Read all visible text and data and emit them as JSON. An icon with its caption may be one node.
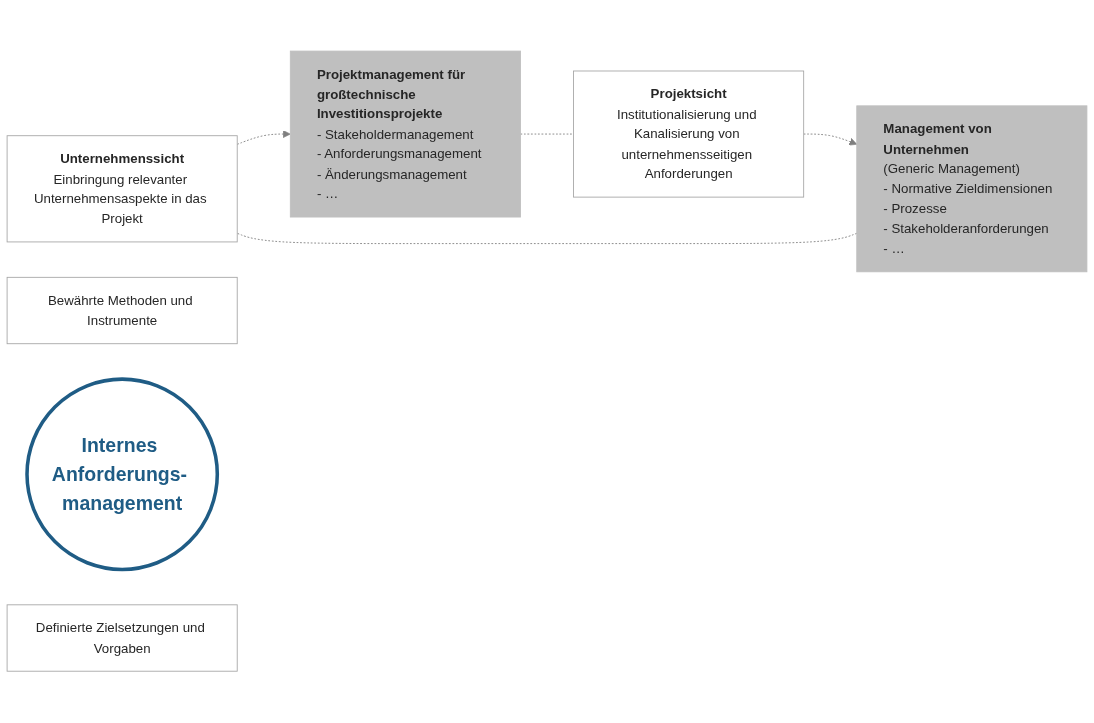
{
  "diagram": {
    "nodes": [
      {
        "text": [
          "Unternehmenssicht",
          "Einbringung relevanter Unternehmensaspekte in das Projekt"
        ]
      },
      {
        "text": [
          "Projektmanagement für großtechnische Investitionsprojekte",
          "- Stakeholdermanagement",
          "- Anforderungsmanagement",
          "- Änderungsmanagement",
          "- …"
        ]
      },
      {
        "text": [
          "Bewährte Methoden und Instrumente"
        ]
      },
      {
        "text": [
          "Internes Anforderungs- management"
        ]
      },
      {
        "text": [
          "Management von Unternehmen",
          "(Generic Management)",
          "- Normative Zieldimensionen",
          "- Prozesse",
          "- Stakeholderanforderungen",
          "- …"
        ]
      },
      {
        "text": [
          "Definierte Zielsetzungen und Vorgaben"
        ]
      },
      {
        "text": [
          "Projektsicht",
          "Institutionalisierung und Kanalisierung von unternehmensseitigen Anforderungen"
        ]
      }
    ],
    "edges": [
      {
        "from": 4,
        "to": 0,
        "arrow": "none",
        "style": "dashed"
      },
      {
        "from": 0,
        "to": 1,
        "arrow": "to",
        "style": "dashed"
      },
      {
        "from": 1,
        "to": 6,
        "arrow": "none",
        "style": "dashed"
      },
      {
        "from": 6,
        "to": 4,
        "arrow": "to",
        "style": "dashed"
      }
    ]
  }
}
